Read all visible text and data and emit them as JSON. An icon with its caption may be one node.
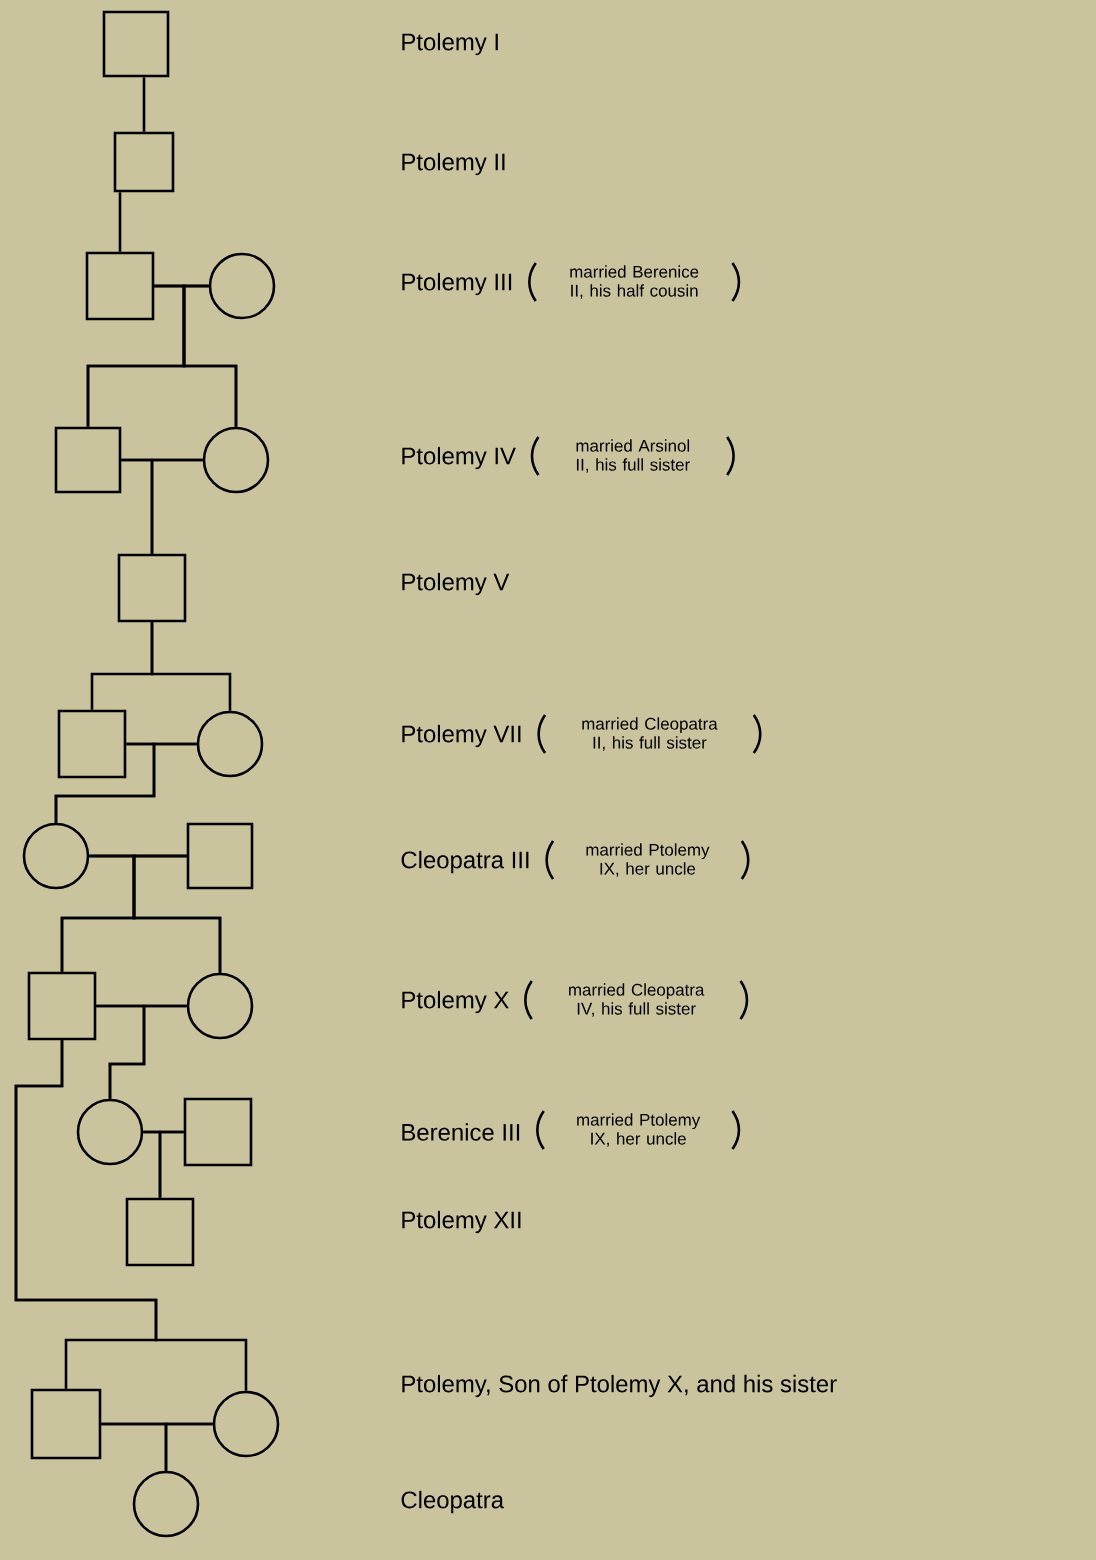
{
  "diagram": {
    "nodes": [
      {
        "text": [],
        "shape": "box"
      },
      {
        "text": [],
        "shape": "box"
      },
      {
        "text": [],
        "shape": "box"
      },
      {
        "text": [],
        "shape": "circle"
      },
      {
        "text": [],
        "shape": "box"
      },
      {
        "text": [],
        "shape": "circle"
      },
      {
        "text": [],
        "shape": "box"
      },
      {
        "text": [],
        "shape": "box"
      },
      {
        "text": [],
        "shape": "circle"
      },
      {
        "text": [],
        "shape": "circle"
      },
      {
        "text": [],
        "shape": "box"
      },
      {
        "text": [],
        "shape": "box"
      },
      {
        "text": [],
        "shape": "circle"
      },
      {
        "text": [],
        "shape": "circle"
      },
      {
        "text": [],
        "shape": "box"
      },
      {
        "text": [],
        "shape": "box"
      },
      {
        "text": [],
        "shape": "box"
      },
      {
        "text": [],
        "shape": "circle"
      },
      {
        "text": [],
        "shape": "circle"
      }
    ],
    "edges": [
      {
        "from": 0,
        "to": 1,
        "arrow": "none"
      },
      {
        "from": 1,
        "to": 2,
        "arrow": "none"
      },
      {
        "from": 2,
        "to": 3,
        "arrow": "none"
      },
      {
        "from": 2,
        "to": 4,
        "arrow": "none"
      },
      {
        "from": 3,
        "to": 4,
        "arrow": "none"
      },
      {
        "from": 2,
        "to": 5,
        "arrow": "none"
      },
      {
        "from": 3,
        "to": 5,
        "arrow": "none"
      },
      {
        "from": 4,
        "to": 5,
        "arrow": "none"
      },
      {
        "from": 4,
        "to": 6,
        "arrow": "none"
      },
      {
        "from": 5,
        "to": 6,
        "arrow": "none"
      },
      {
        "from": 6,
        "to": 7,
        "arrow": "none"
      },
      {
        "from": 6,
        "to": 8,
        "arrow": "none"
      },
      {
        "from": 7,
        "to": 8,
        "arrow": "none"
      },
      {
        "from": 7,
        "to": 9,
        "arrow": "none"
      },
      {
        "from": 8,
        "to": 9,
        "arrow": "none"
      },
      {
        "from": 9,
        "to": 10,
        "arrow": "none"
      },
      {
        "from": 9,
        "to": 11,
        "arrow": "none"
      },
      {
        "from": 10,
        "to": 11,
        "arrow": "none"
      },
      {
        "from": 9,
        "to": 12,
        "arrow": "none"
      },
      {
        "from": 10,
        "to": 12,
        "arrow": "none"
      },
      {
        "from": 11,
        "to": 12,
        "arrow": "none"
      },
      {
        "from": 11,
        "to": 13,
        "arrow": "none"
      },
      {
        "from": 12,
        "to": 13,
        "arrow": "none"
      },
      {
        "from": 11,
        "to": 16,
        "arrow": "none"
      },
      {
        "from": 11,
        "to": 17,
        "arrow": "none"
      },
      {
        "from": 13,
        "to": 14,
        "arrow": "none"
      },
      {
        "from": 13,
        "to": 15,
        "arrow": "none"
      },
      {
        "from": 14,
        "to": 15,
        "arrow": "none"
      },
      {
        "from": 16,
        "to": 17,
        "arrow": "none"
      },
      {
        "from": 16,
        "to": 18,
        "arrow": "none"
      },
      {
        "from": 17,
        "to": 18,
        "arrow": "none"
      }
    ],
    "labels": [
      "Ptolemy I",
      "Ptolemy II",
      "Ptolemy III",
      "married Berenice II, his half cousin",
      "Ptolemy IV",
      "married Arsinol II, his full sister",
      "Ptolemy V",
      "Ptolemy VII",
      "married Cleopatra II, his full sister",
      "Cleopatra III",
      "married Ptolemy IX, her uncle",
      "Ptolemy X",
      "married Cleopatra IV, his full sister",
      "Berenice III",
      "married Ptolemy IX, her uncle",
      "Ptolemy XII",
      "Ptolemy, Son of Ptolemy X, and his sister",
      "Cleopatra"
    ]
  }
}
